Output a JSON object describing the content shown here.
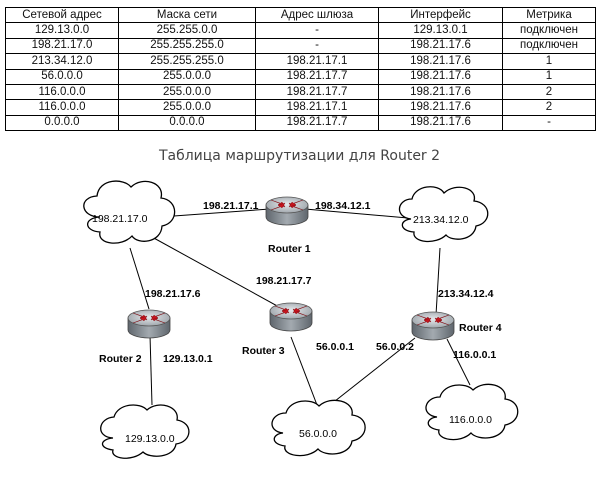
{
  "table": {
    "headers": [
      "Сетевой адрес",
      "Маска сети",
      "Адрес шлюза",
      "Интерфейс",
      "Метрика"
    ],
    "rows": [
      [
        "129.13.0.0",
        "255.255.0.0",
        "-",
        "129.13.0.1",
        "подключен"
      ],
      [
        "198.21.17.0",
        "255.255.255.0",
        "-",
        "198.21.17.6",
        "подключен"
      ],
      [
        "213.34.12.0",
        "255.255.255.0",
        "198.21.17.1",
        "198.21.17.6",
        "1"
      ],
      [
        "56.0.0.0",
        "255.0.0.0",
        "198.21.17.7",
        "198.21.17.6",
        "1"
      ],
      [
        "116.0.0.0",
        "255.0.0.0",
        "198.21.17.7",
        "198.21.17.6",
        "2"
      ],
      [
        "116.0.0.0",
        "255.0.0.0",
        "198.21.17.1",
        "198.21.17.6",
        "2"
      ],
      [
        "0.0.0.0",
        "0.0.0.0",
        "198.21.17.7",
        "198.21.17.6",
        "-"
      ]
    ]
  },
  "caption": "Таблица маршрутизации для Router 2",
  "clouds": {
    "net_198": "198.21.17.0",
    "net_213": "213.34.12.0",
    "net_129": "129.13.0.0",
    "net_56": "56.0.0.0",
    "net_116": "116.0.0.0"
  },
  "routers": {
    "r1": "Router 1",
    "r2": "Router 2",
    "r3": "Router 3",
    "r4": "Router 4"
  },
  "interfaces": {
    "r1_left": "198.21.17.1",
    "r1_right": "198.34.12.1",
    "r2_top": "198.21.17.6",
    "r2_bottom": "129.13.0.1",
    "r3_top": "198.21.17.7",
    "r3_bottom": "56.0.0.1",
    "r4_top": "213.34.12.4",
    "r4_left": "56.0.0.2",
    "r4_right": "116.0.0.1"
  },
  "colors": {
    "router_body": "#8a9198",
    "router_arrow": "#c8141e",
    "cloud_stroke": "#000000"
  }
}
